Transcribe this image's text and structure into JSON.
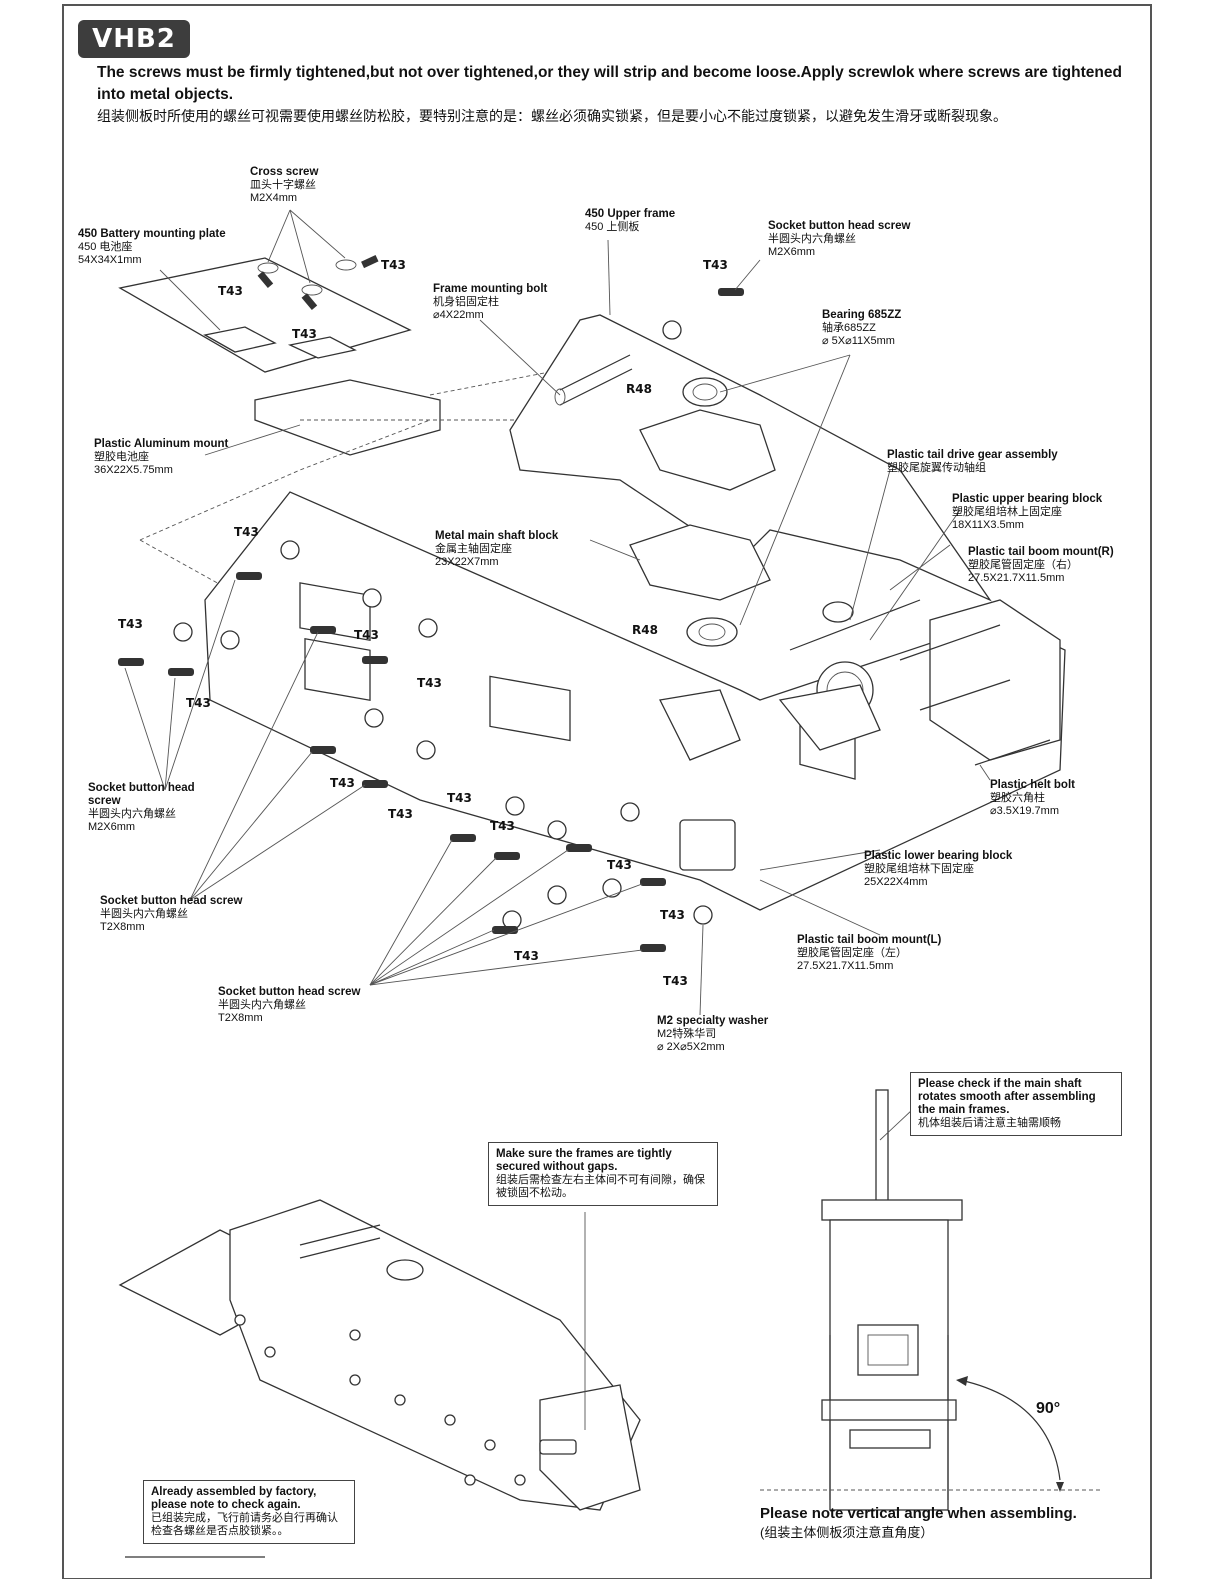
{
  "section_badge": "VHB2",
  "intro_en": "The screws must be firmly tightened,but not over tightened,or they will strip and become loose.Apply screwlok where screws are tightened into metal objects.",
  "intro_cn": "组装侧板时所使用的螺丝可视需要使用螺丝防松胶，要特别注意的是：螺丝必须确实锁紧，但是要小心不能过度锁紧，以避免发生滑牙或断裂现象。",
  "labels": {
    "cross_screw": {
      "name": "Cross screw",
      "cn": "皿头十字螺丝",
      "size": "M2X4mm"
    },
    "battery_plate": {
      "name": "450 Battery mounting plate",
      "cn": "450 电池座",
      "size": "54X34X1mm"
    },
    "upper_frame": {
      "name": "450  Upper frame",
      "cn": "450 上侧板"
    },
    "socket_top": {
      "name": "Socket button head screw",
      "cn": "半圆头内六角螺丝",
      "size": "M2X6mm"
    },
    "frame_bolt": {
      "name": "Frame mounting bolt",
      "cn": "机身铝固定柱",
      "size": "⌀4X22mm"
    },
    "bearing": {
      "name": "Bearing 685ZZ",
      "cn": "轴承685ZZ",
      "size": "⌀ 5X⌀11X5mm"
    },
    "alu_mount": {
      "name": "Plastic Aluminum  mount",
      "cn": "塑胶电池座",
      "size": "36X22X5.75mm"
    },
    "tail_gear": {
      "name": "Plastic tail drive gear assembly",
      "cn": "塑胶尾旋翼传动轴组"
    },
    "upper_bearing_block": {
      "name": "Plastic upper bearing block",
      "cn": "塑胶尾组培林上固定座",
      "size": "18X11X3.5mm"
    },
    "main_shaft_block": {
      "name": "Metal main shaft block",
      "cn": "金属主轴固定座",
      "size": "23X22X7mm"
    },
    "tail_boom_r": {
      "name": "Plastic tail boom mount(R)",
      "cn": "塑胶尾管固定座（右）",
      "size": "27.5X21.7X11.5mm"
    },
    "socket_left": {
      "name": "Socket button head screw",
      "cn": "半圆头内六角螺丝",
      "size": "M2X6mm"
    },
    "helt_bolt": {
      "name": "Plastic helt bolt",
      "cn": "塑胶六角柱",
      "size": "⌀3.5X19.7mm"
    },
    "lower_bearing_block": {
      "name": "Plastic lower bearing block",
      "cn": "塑胶尾组培林下固定座",
      "size": "25X22X4mm"
    },
    "socket_t2_a": {
      "name": "Socket button head screw",
      "cn": "半圆头内六角螺丝",
      "size": "T2X8mm"
    },
    "tail_boom_l": {
      "name": "Plastic tail boom mount(L)",
      "cn": "塑胶尾管固定座（左）",
      "size": "27.5X21.7X11.5mm"
    },
    "socket_t2_b": {
      "name": "Socket button head screw",
      "cn": "半圆头内六角螺丝",
      "size": "T2X8mm"
    },
    "washer": {
      "name": "M2 specialty washer",
      "cn": "M2特殊华司",
      "size": "⌀ 2X⌀5X2mm"
    }
  },
  "tags": {
    "t43": "T43",
    "r48": "R48"
  },
  "boxes": {
    "main_shaft_check": {
      "en": "Please check if the main shaft rotates smooth after assembling the main frames.",
      "cn": "机体组装后请注意主轴需顺畅"
    },
    "frames_secured": {
      "en": "Make sure the frames are tightly secured without gaps.",
      "cn": "组装后需检查左右主体间不可有间隙，确保被锁固不松动。"
    },
    "factory": {
      "en": "Already assembled by factory, please note to check again.",
      "cn": "已组装完成，飞行前请务必自行再确认检查各螺丝是否点胶锁紧。。"
    }
  },
  "angle_label": "90°",
  "bottom_note_en": "Please note vertical angle when assembling.",
  "bottom_note_cn": "(组装主体侧板须注意直角度）",
  "colors": {
    "ink": "#333333",
    "badge": "#3d3d3d"
  }
}
